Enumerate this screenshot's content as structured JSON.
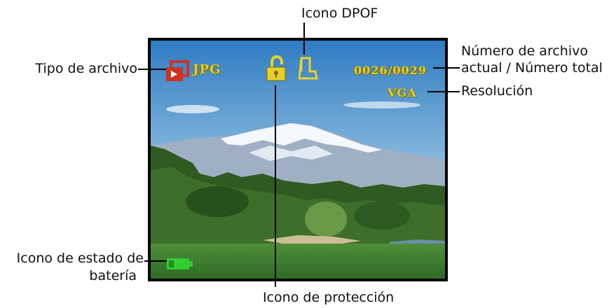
{
  "labels": {
    "dpof_icon": "Icono DPOF",
    "file_type": "Tipo de archivo",
    "file_number_line1": "Número de archivo",
    "file_number_line2": "actual / Número total",
    "resolution": "Resolución",
    "battery_line1": "Icono de estado de",
    "battery_line2": "batería",
    "protection": "Icono de protección"
  },
  "osd": {
    "file_type_text": "JPG",
    "file_counter": "0026/0029",
    "resolution_text": "VGA"
  },
  "icons": {
    "file_type": "file-type-icon",
    "protection": "lock-icon",
    "dpof": "print-order-icon",
    "battery": "battery-full-icon"
  },
  "colors": {
    "file_type_icon": "#cc3322",
    "osd_yellow": "#e8d02a",
    "battery_green": "#33cc33",
    "screen_border": "#000000"
  }
}
